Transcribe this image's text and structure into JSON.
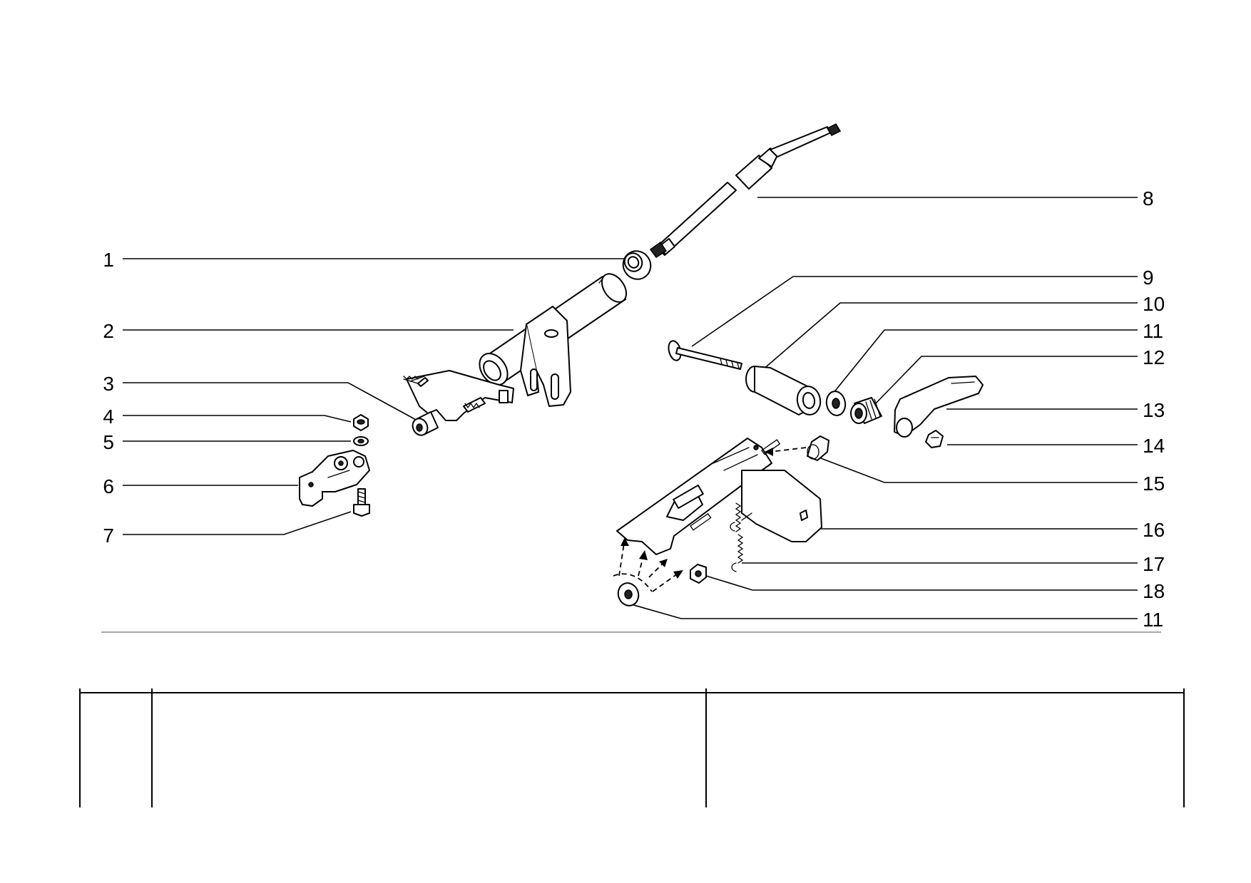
{
  "callouts": {
    "c1": "1",
    "c2": "2",
    "c3": "3",
    "c4": "4",
    "c5": "5",
    "c6": "6",
    "c7": "7",
    "c8": "8",
    "c9": "9",
    "c10": "10",
    "c11a": "11",
    "c12": "12",
    "c13": "13",
    "c14": "14",
    "c15": "15",
    "c16": "16",
    "c17": "17",
    "c18": "18",
    "c11b": "11"
  },
  "table": {
    "col1": "",
    "col2": "",
    "col3": ""
  }
}
